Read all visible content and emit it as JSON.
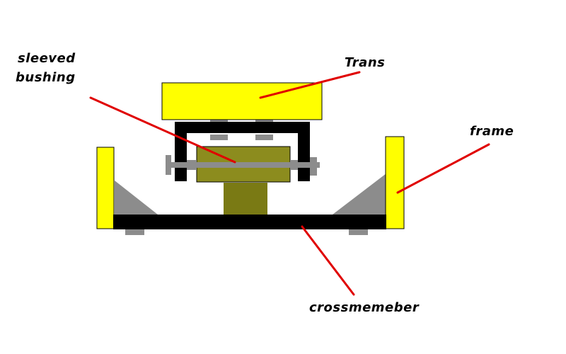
{
  "labels": {
    "sleeved_line1": "sleeved",
    "sleeved_line2": "bushing",
    "trans": "Trans",
    "frame": "frame",
    "crossmember": "crossmemeber"
  },
  "colors": {
    "yellow": "#ffff00",
    "black": "#000000",
    "gray": "#8c8c8c",
    "olive": "#8c8c1e",
    "olive_dark": "#7a7a14",
    "pointer_red": "#e00000"
  }
}
